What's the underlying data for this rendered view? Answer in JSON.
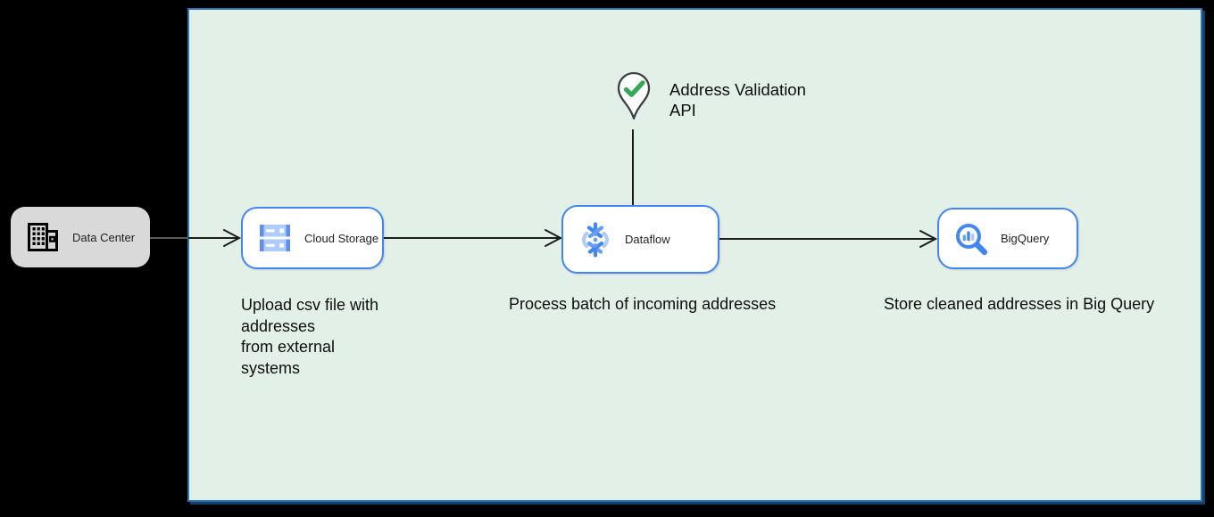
{
  "colors": {
    "canvas_bg": "#000000",
    "panel_fill": "#e2f0e8",
    "panel_border": "#2e75b6",
    "node_border": "#4285f4",
    "node_fill": "#ffffff",
    "external_fill": "#d9d9d9",
    "arrow": "#1c1c1c",
    "check_green": "#34a853",
    "icon_blue": "#4285f4",
    "icon_light_blue": "#aecbfa"
  },
  "external": {
    "data_center": {
      "label": "Data Center",
      "icon": "building-icon"
    }
  },
  "panel": {
    "annotation": {
      "icon": "location-pin-check-icon",
      "label": "Address Validation\nAPI"
    },
    "nodes": [
      {
        "id": "cloud-storage",
        "icon": "cloud-storage-icon",
        "label": "Cloud Storage",
        "caption": "Upload csv file with\naddresses\nfrom external\nsystems"
      },
      {
        "id": "dataflow",
        "icon": "dataflow-icon",
        "label": "Dataflow",
        "caption": "Process batch of incoming addresses"
      },
      {
        "id": "bigquery",
        "icon": "bigquery-icon",
        "label": "BigQuery",
        "caption": "Store cleaned addresses in Big Query"
      }
    ],
    "connectors": [
      {
        "from": "data-center",
        "to": "cloud-storage",
        "style": "arrow"
      },
      {
        "from": "cloud-storage",
        "to": "dataflow",
        "style": "arrow"
      },
      {
        "from": "dataflow",
        "to": "bigquery",
        "style": "arrow"
      },
      {
        "from": "address-validation-api",
        "to": "dataflow",
        "style": "line"
      }
    ]
  }
}
